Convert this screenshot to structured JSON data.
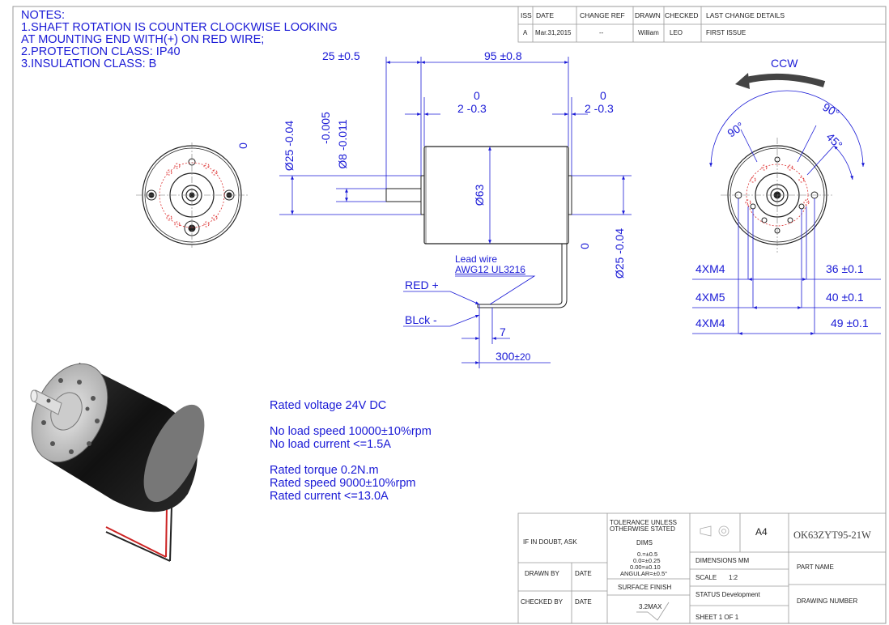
{
  "notes": {
    "heading": "NOTES:",
    "lines": [
      "1.SHAFT ROTATION IS COUNTER CLOCKWISE LOOKING",
      "AT MOUNTING END WITH(+) ON RED WIRE;",
      "2.PROTECTION CLASS: IP40",
      "3.INSULATION CLASS: B"
    ]
  },
  "revision_table": {
    "headers": [
      "ISS",
      "DATE",
      "CHANGE REF",
      "DRAWN",
      "CHECKED",
      "LAST CHANGE DETAILS"
    ],
    "row": [
      "A",
      "Mar.31,2015",
      "--",
      "William",
      "LEO",
      "FIRST ISSUE"
    ]
  },
  "dimensions": {
    "shaft_len": "25 ±0.5",
    "body_len": "95 ±0.8",
    "front_boss_tol_top": "0",
    "front_boss_tol_bot": "2 -0.3",
    "rear_boss_tol_top": "0",
    "rear_boss_tol_bot": "2 -0.3",
    "boss_dia": "Ø25 -0.04",
    "boss_dia_top": "0",
    "shaft_dia": "Ø8 -0.011",
    "shaft_dia_top": "-0.005",
    "body_dia": "Ø63",
    "rear_boss_dia": "Ø25 -0.04",
    "rear_boss_dia_top": "0",
    "lead_wire_label": "Lead wire",
    "lead_wire_spec": "AWG12 UL3216",
    "red_wire": "RED +",
    "black_wire": "BLck -",
    "strip_len": "7",
    "wire_len": "300",
    "wire_len_tol": "±20"
  },
  "rear_view": {
    "direction": "CCW",
    "angle1": "90°",
    "angle2": "90°",
    "angle3": "45°",
    "holes": [
      {
        "thread": "4XM4",
        "pcd": "36 ±0.1"
      },
      {
        "thread": "4XM5",
        "pcd": "40 ±0.1"
      },
      {
        "thread": "4XM4",
        "pcd": "49 ±0.1"
      }
    ]
  },
  "specs": {
    "rated_voltage": "Rated voltage 24V DC",
    "no_load_speed": "No load speed 10000±10%rpm",
    "no_load_current": "No load current <=1.5A",
    "rated_torque": "Rated torque 0.2N.m",
    "rated_speed": "Rated speed 9000±10%rpm",
    "rated_current": "Rated current <=13.0A"
  },
  "title_block": {
    "if_in_doubt": "IF IN DOUBT, ASK",
    "tolerance_head1": "TOLERANCE UNLESS",
    "tolerance_head2": "OTHERWISE STATED",
    "dims": "DIMS",
    "tol1": "0.=±0.5",
    "tol2": "0.0=±0.25",
    "tol3": "0.00=±0.10",
    "angular": "ANGULAR=±0.5°",
    "surface_finish": "SURFACE FINISH",
    "finish_value": "3.2MAX",
    "drawn_by": "DRAWN BY",
    "checked_by": "CHECKED BY",
    "date1": "DATE",
    "date2": "DATE",
    "sheet_size": "A4",
    "dimensions_unit": "DIMENSIONS MM",
    "scale_label": "SCALE",
    "scale_value": "1:2",
    "status": "STATUS Development",
    "sheet": "SHEET 1 OF 1",
    "part_number": "OK63ZYT95-21W",
    "part_name": "PART NAME",
    "drawing_number": "DRAWING NUMBER"
  }
}
